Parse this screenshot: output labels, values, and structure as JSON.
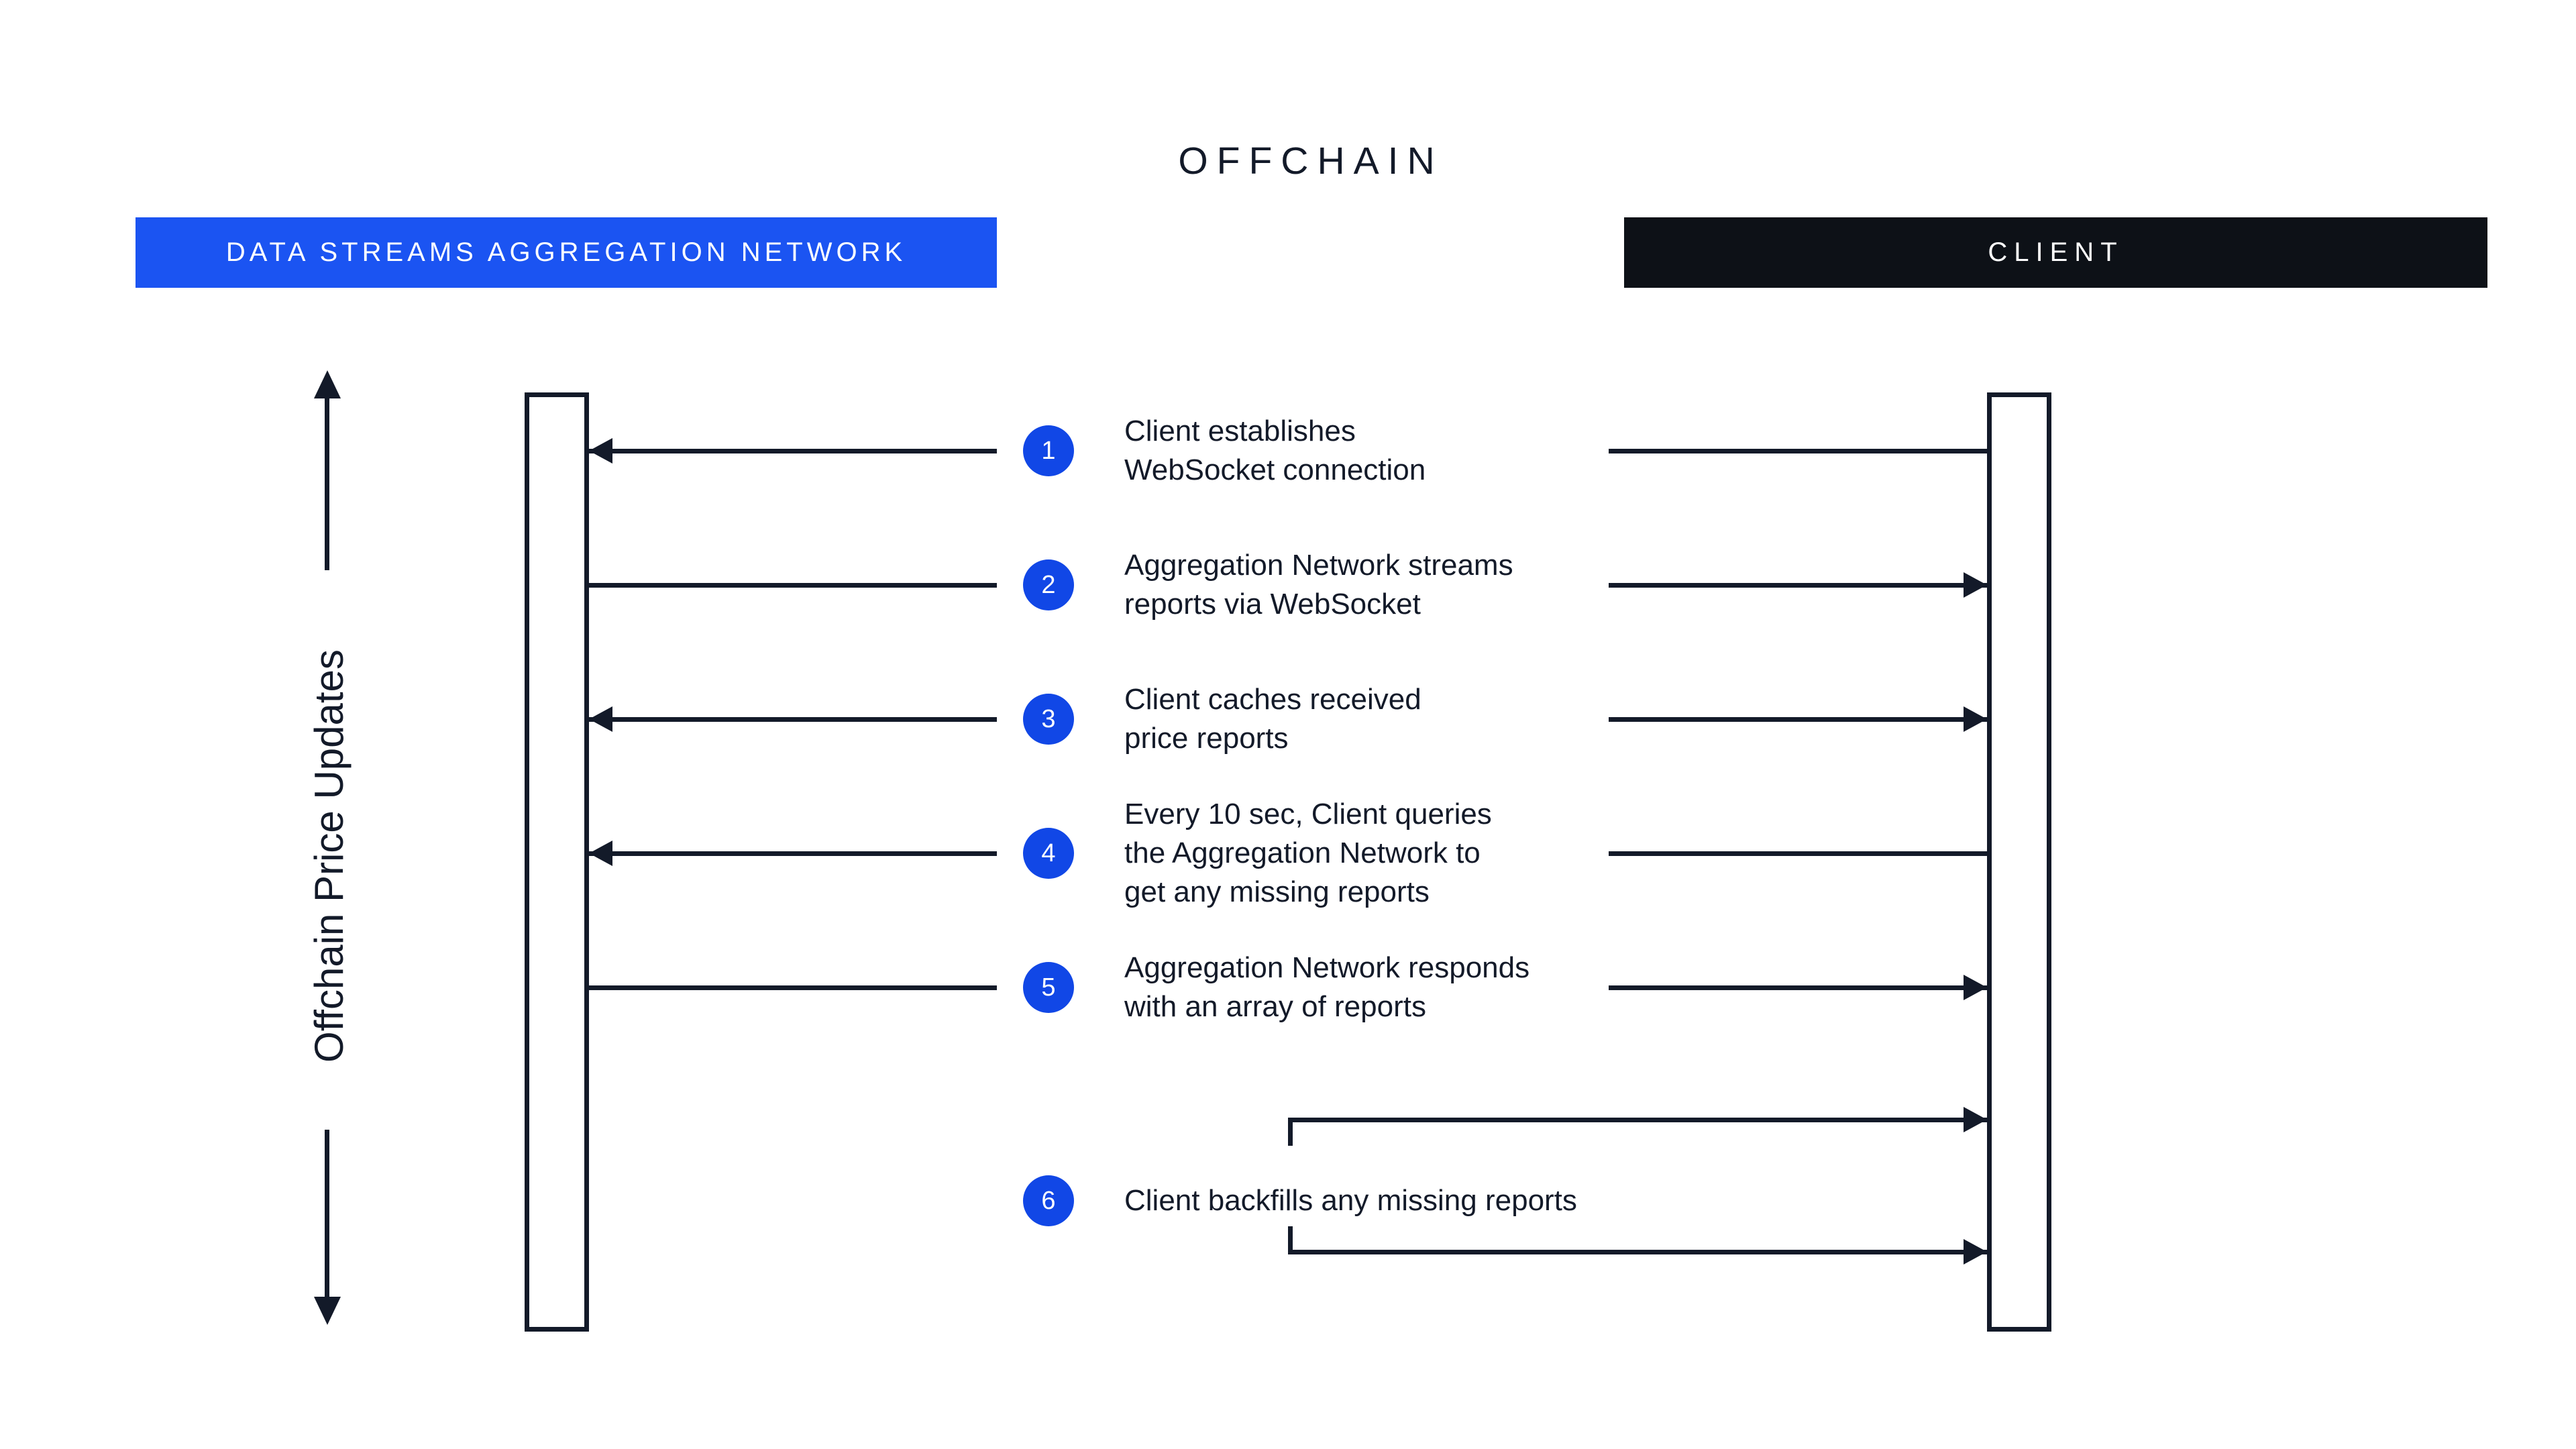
{
  "title": "OFFCHAIN",
  "colors": {
    "ink": "#131a29",
    "blue_bar": "#1b54f2",
    "blue_circle": "#1147e6",
    "client_dark": "#0d1117"
  },
  "lanes": {
    "aggregation_label": "DATA STREAMS AGGREGATION NETWORK",
    "client_label": "CLIENT"
  },
  "axis_label": "Offchain Price Updates",
  "steps": [
    {
      "num": "1",
      "text": "Client establishes\nWebSocket connection",
      "direction": "client-to-aggregation"
    },
    {
      "num": "2",
      "text": "Aggregation Network streams\nreports via WebSocket",
      "direction": "aggregation-to-client"
    },
    {
      "num": "3",
      "text": "Client caches received\nprice reports",
      "direction": "both"
    },
    {
      "num": "4",
      "text": "Every 10 sec, Client queries\nthe Aggregation Network to\nget any missing reports",
      "direction": "client-to-aggregation"
    },
    {
      "num": "5",
      "text": "Aggregation Network responds\nwith an array of reports",
      "direction": "aggregation-to-client"
    },
    {
      "num": "6",
      "text": "Client backfills any missing reports",
      "direction": "client-self-loop"
    }
  ]
}
